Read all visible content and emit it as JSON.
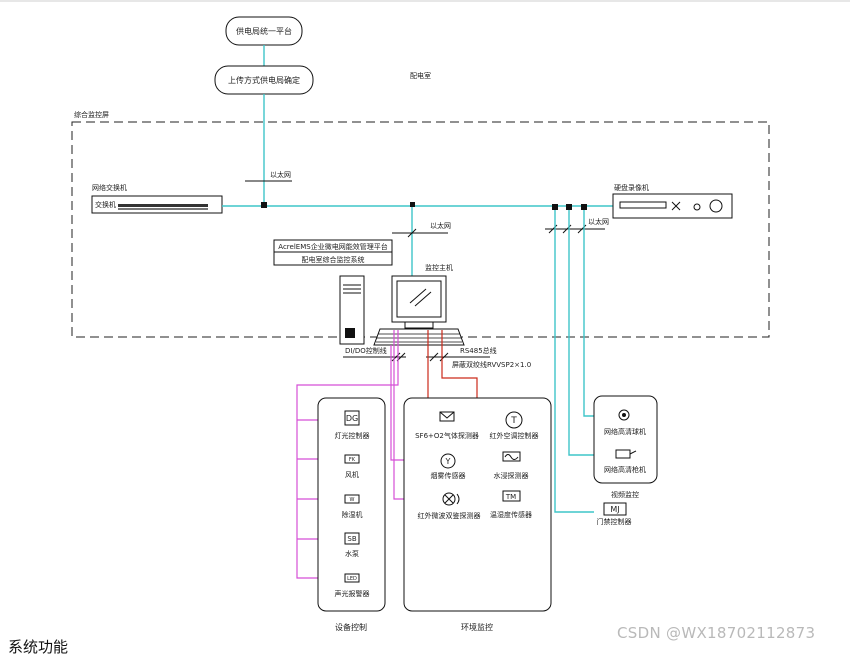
{
  "cloud": {
    "platform": "供电局统一平台",
    "upload": "上传方式供电局确定"
  },
  "room_label": "配电室",
  "monitor_screen_label": "综合监控屏",
  "network": {
    "switch_title": "网络交换机",
    "switch_name": "交换机",
    "ethernet": "以太网",
    "ethernet2": "以太网",
    "ethernet3": "以太网",
    "nvr_title": "硬盘录像机"
  },
  "host": {
    "platform_line1": "AcrelEMS企业微电网能效管理平台",
    "platform_line2": "配电室综合监控系统",
    "title": "监控主机",
    "dido": "DI/DO控制线",
    "rs485": "RS485总线",
    "cable": "屏蔽双绞线RVVSP2×1.0"
  },
  "equipment": {
    "title": "设备控制",
    "items": [
      {
        "icon": "DG",
        "label": "灯光控制器"
      },
      {
        "icon": "FK",
        "label": "风机"
      },
      {
        "icon": "W",
        "label": "除湿机"
      },
      {
        "icon": "SB",
        "label": "水泵"
      },
      {
        "icon": "LED",
        "label": "声光报警器"
      }
    ]
  },
  "environment": {
    "title": "环境监控",
    "sf6": "SF6+O2气体探测器",
    "ac": "红外空调控制器",
    "smoke": "烟雾传感器",
    "water": "水浸探测器",
    "ir": "红外微波双鉴探测器",
    "th": "温湿度传感器",
    "ac_icon": "T",
    "smoke_icon": "Y",
    "th_icon": "TM"
  },
  "video": {
    "dome": "网络高清球机",
    "bullet": "网络高清枪机",
    "title": "视频监控",
    "door_icon": "MJ",
    "door": "门禁控制器"
  },
  "watermark": "CSDN @WX18702112873",
  "footer_cut": "系统功能"
}
